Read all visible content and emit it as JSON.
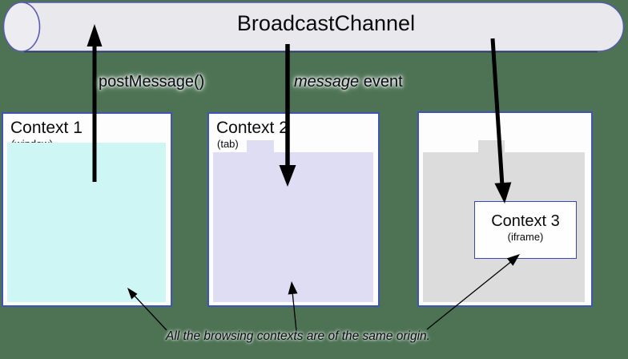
{
  "diagram": {
    "title": "BroadcastChannel",
    "labels": {
      "post_message": "postMessage()",
      "message_italic": "message",
      "message_rest": " event"
    },
    "contexts": [
      {
        "name": "Context 1",
        "kind": "(window)"
      },
      {
        "name": "Context 2",
        "kind": "(tab)"
      },
      {
        "name": "Context 3",
        "kind": "(iframe)"
      }
    ],
    "caption": "All the browsing contexts are of the same origin.",
    "icons": {
      "channel": "cylinder-pipe-icon",
      "up_arrow": "arrow-up-icon",
      "down_arrow": "arrow-down-icon",
      "pointer_arrows": "thin-arrow-icon"
    },
    "colors": {
      "background": "#4d7354",
      "channel_fill": "#e9e9ed",
      "channel_border": "#525da9",
      "box_border": "#3f55b5",
      "box_fill": "#fdfdfe",
      "context1_fill": "#cdf6f5",
      "context2_fill": "#dfddf4",
      "context3_fill": "#dcdcdc",
      "arrow": "#000000"
    }
  }
}
